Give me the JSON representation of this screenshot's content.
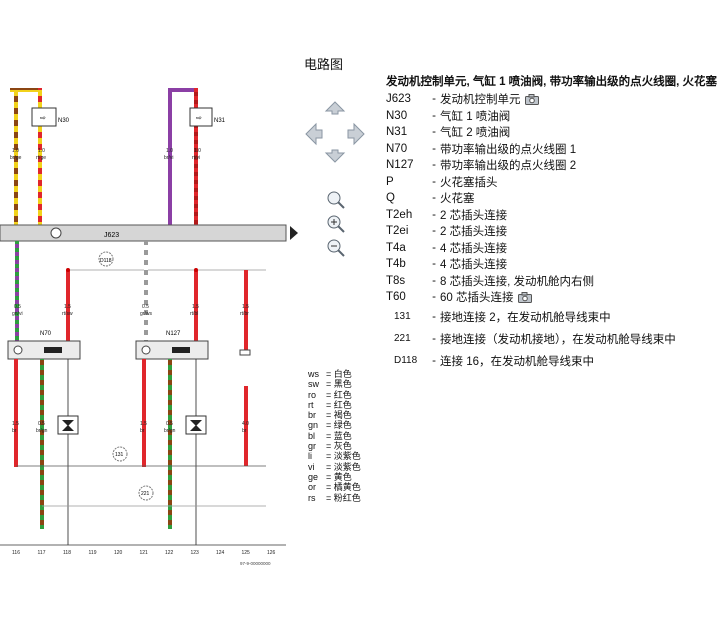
{
  "page_title": "电路图",
  "legend": {
    "heading": "发动机控制单元, 气缸 1 喷油阀, 带功率输出级的点火线圈, 火花塞",
    "items": [
      {
        "code": "J623",
        "desc": "发动机控制单元",
        "camera": true
      },
      {
        "code": "N30",
        "desc": "气缸 1 喷油阀"
      },
      {
        "code": "N31",
        "desc": "气缸 2 喷油阀"
      },
      {
        "code": "N70",
        "desc": "带功率输出级的点火线圈 1"
      },
      {
        "code": "N127",
        "desc": "带功率输出级的点火线圈 2"
      },
      {
        "code": "P",
        "desc": "火花塞插头"
      },
      {
        "code": "Q",
        "desc": "火花塞"
      },
      {
        "code": "T2eh",
        "desc": "2 芯插头连接"
      },
      {
        "code": "T2ei",
        "desc": "2 芯插头连接"
      },
      {
        "code": "T4a",
        "desc": "4 芯插头连接"
      },
      {
        "code": "T4b",
        "desc": "4 芯插头连接"
      },
      {
        "code": "T8s",
        "desc": "8 芯插头连接, 发动机舱内右侧"
      },
      {
        "code": "T60",
        "desc": "60 芯插头连接",
        "camera": true
      }
    ],
    "numbered": [
      {
        "code": "131",
        "desc": "接地连接 2，在发动机舱导线束中"
      },
      {
        "code": "221",
        "desc": "接地连接（发动机接地），在发动机舱导线束中"
      },
      {
        "code": "D118",
        "desc": "连接 16，在发动机舱导线束中"
      }
    ]
  },
  "color_key": [
    {
      "code": "ws",
      "name": "白色"
    },
    {
      "code": "sw",
      "name": "黑色"
    },
    {
      "code": "ro",
      "name": "红色"
    },
    {
      "code": "rt",
      "name": "红色"
    },
    {
      "code": "br",
      "name": "褐色"
    },
    {
      "code": "gn",
      "name": "绿色"
    },
    {
      "code": "bl",
      "name": "蓝色"
    },
    {
      "code": "gr",
      "name": "灰色"
    },
    {
      "code": "li",
      "name": "淡紫色"
    },
    {
      "code": "vi",
      "name": "淡紫色"
    },
    {
      "code": "ge",
      "name": "黄色"
    },
    {
      "code": "or",
      "name": "橘黄色"
    },
    {
      "code": "rs",
      "name": "粉红色"
    }
  ],
  "diagram": {
    "components": {
      "n30": "N30",
      "n31": "N31",
      "n70": "N70",
      "n127": "N127",
      "j623": "J623",
      "d118": "D118",
      "g131": "131",
      "g221": "221"
    },
    "wire_labels": [
      {
        "id": "w1",
        "size": "1.0",
        "color": "br/ge"
      },
      {
        "id": "w2",
        "size": "1.0",
        "color": "rt/ge"
      },
      {
        "id": "w3",
        "size": "1.0",
        "color": "br/vi"
      },
      {
        "id": "w4",
        "size": "1.0",
        "color": "rt/vi"
      },
      {
        "id": "w5",
        "size": "0.5",
        "color": "gn/vi"
      },
      {
        "id": "w6",
        "size": "1.5",
        "color": "rt/sw"
      },
      {
        "id": "w7",
        "size": "0.5",
        "color": "gr/ws"
      },
      {
        "id": "w8",
        "size": "1.5",
        "color": "rt/bl"
      },
      {
        "id": "w9",
        "size": "1.5",
        "color": "rt/br"
      },
      {
        "id": "w10",
        "size": "1.5",
        "color": "br"
      },
      {
        "id": "w11",
        "size": "0.5",
        "color": "br/gn"
      },
      {
        "id": "w12",
        "size": "1.5",
        "color": "br"
      },
      {
        "id": "w13",
        "size": "0.5",
        "color": "br/gn"
      },
      {
        "id": "w14",
        "size": "4.0",
        "color": "br"
      }
    ],
    "bottom_numbers": [
      "116",
      "117",
      "118",
      "119",
      "120",
      "121",
      "122",
      "123",
      "124",
      "125",
      "126"
    ],
    "page_code": "97-9-00000000"
  }
}
